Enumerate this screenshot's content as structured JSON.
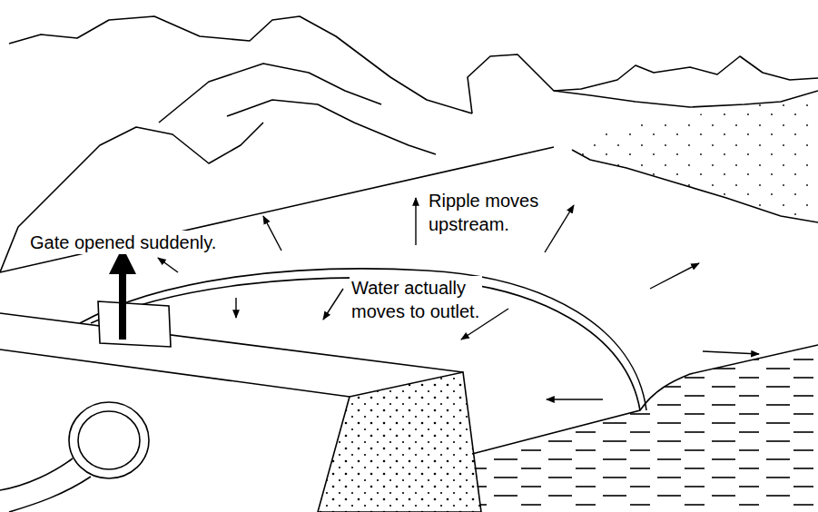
{
  "diagram": {
    "labels": [
      "Gate opened suddenly.",
      "Ripple moves upstream.",
      "Water actually moves to outlet."
    ]
  }
}
